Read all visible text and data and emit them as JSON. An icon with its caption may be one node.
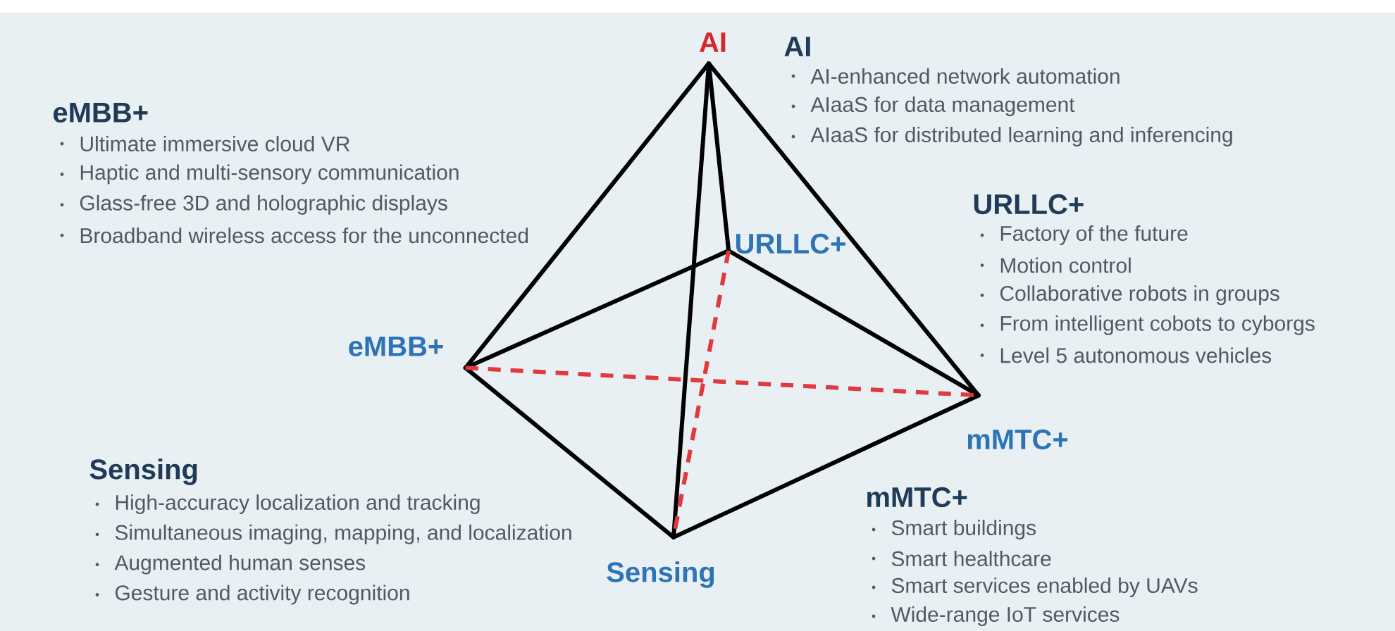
{
  "diagram": {
    "nodes": [
      {
        "text": [
          "AI"
        ]
      },
      {
        "text": [
          "eMBB+"
        ]
      },
      {
        "text": [
          "URLLC+"
        ]
      },
      {
        "text": [
          "mMTC+"
        ]
      },
      {
        "text": [
          "Sensing"
        ]
      }
    ],
    "edges": [
      {
        "from": 0,
        "to": 1,
        "arrow": "none"
      },
      {
        "from": 0,
        "to": 2,
        "arrow": "none"
      },
      {
        "from": 0,
        "to": 3,
        "arrow": "none"
      },
      {
        "from": 0,
        "to": 4,
        "arrow": "none"
      },
      {
        "from": 1,
        "to": 2,
        "arrow": "none"
      },
      {
        "from": 2,
        "to": 3,
        "arrow": "none"
      },
      {
        "from": 1,
        "to": 4,
        "arrow": "none"
      },
      {
        "from": 4,
        "to": 3,
        "arrow": "none"
      },
      {
        "from": 1,
        "to": 3,
        "arrow": "none",
        "style": "dashed",
        "color": "#e0393e"
      },
      {
        "from": 2,
        "to": 4,
        "arrow": "none",
        "style": "dashed",
        "color": "#e0393e"
      }
    ],
    "labels": [
      "AI",
      "AI-enhanced network automation",
      "AIaaS for data management",
      "AIaaS for distributed learning and inferencing",
      "eMBB+",
      "Ultimate immersive cloud VR",
      "Haptic and multi-sensory communication",
      "Glass-free 3D and holographic displays",
      "Broadband wireless access for the unconnected",
      "URLLC+",
      "Factory of the future",
      "Motion control",
      "Collaborative robots in groups",
      "From intelligent cobots to cyborgs",
      "Level 5 autonomous vehicles",
      "Sensing",
      "High-accuracy localization and tracking",
      "Simultaneous imaging, mapping, and localization",
      "Augmented human senses",
      "Gesture and activity recognition",
      "mMTC+",
      "Smart buildings",
      "Smart healthcare",
      "Smart services enabled by UAVs",
      "Wide-range IoT services"
    ]
  }
}
